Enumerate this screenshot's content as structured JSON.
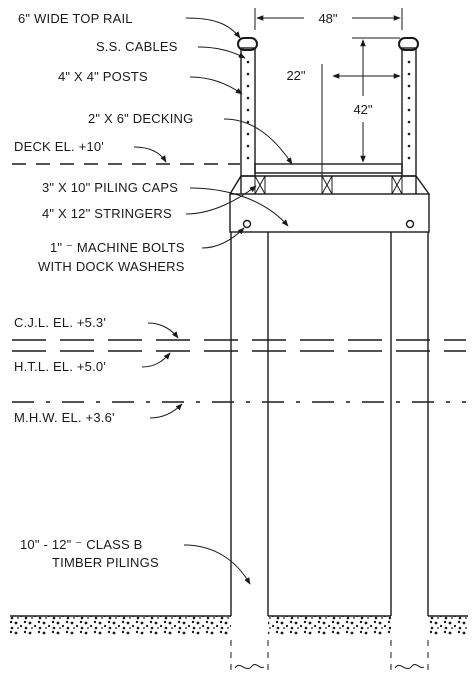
{
  "labels": {
    "top_rail": "6\" WIDE TOP RAIL",
    "cables": "S.S. CABLES",
    "posts": "4\" X 4\" POSTS",
    "decking": "2\" X 6\" DECKING",
    "deck_el": "DECK EL. +10'",
    "piling_caps": "3\" X 10\" PILING CAPS",
    "stringers": "4\" X 12\" STRINGERS",
    "bolts_line1": "1\" ⁻ MACHINE BOLTS",
    "bolts_line2": "WITH DOCK WASHERS",
    "cjl": "C.J.L. EL. +5.3'",
    "htl": "H.T.L. EL. +5.0'",
    "mhw": "M.H.W. EL. +3.6'",
    "pilings_line1": "10\" - 12\" ⁻ CLASS B",
    "pilings_line2": "TIMBER PILINGS"
  },
  "dimensions": {
    "width": "48\"",
    "offset": "22\"",
    "height": "42\""
  }
}
